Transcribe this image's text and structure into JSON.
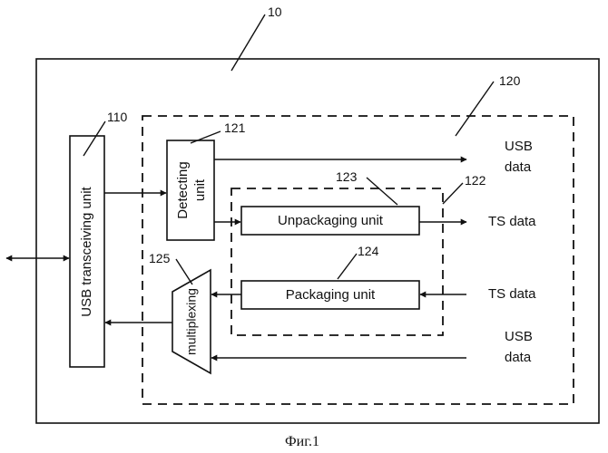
{
  "refs": {
    "device": "10",
    "usb_transceiver": "110",
    "processing_block": "120",
    "detecting": "121",
    "ts_block": "122",
    "unpackaging": "123",
    "packaging": "124",
    "multiplexing": "125"
  },
  "blocks": {
    "usb_transceiver": "USB transceiving unit",
    "detecting_line1": "Detecting",
    "detecting_line2": "unit",
    "unpackaging": "Unpackaging unit",
    "packaging": "Packaging unit",
    "multiplexing": "multiplexing"
  },
  "signals": {
    "usb_out_line1": "USB",
    "usb_out_line2": "data",
    "ts_out": "TS data",
    "ts_in": "TS data",
    "usb_in_line1": "USB",
    "usb_in_line2": "data"
  },
  "caption": "Фиг.1"
}
